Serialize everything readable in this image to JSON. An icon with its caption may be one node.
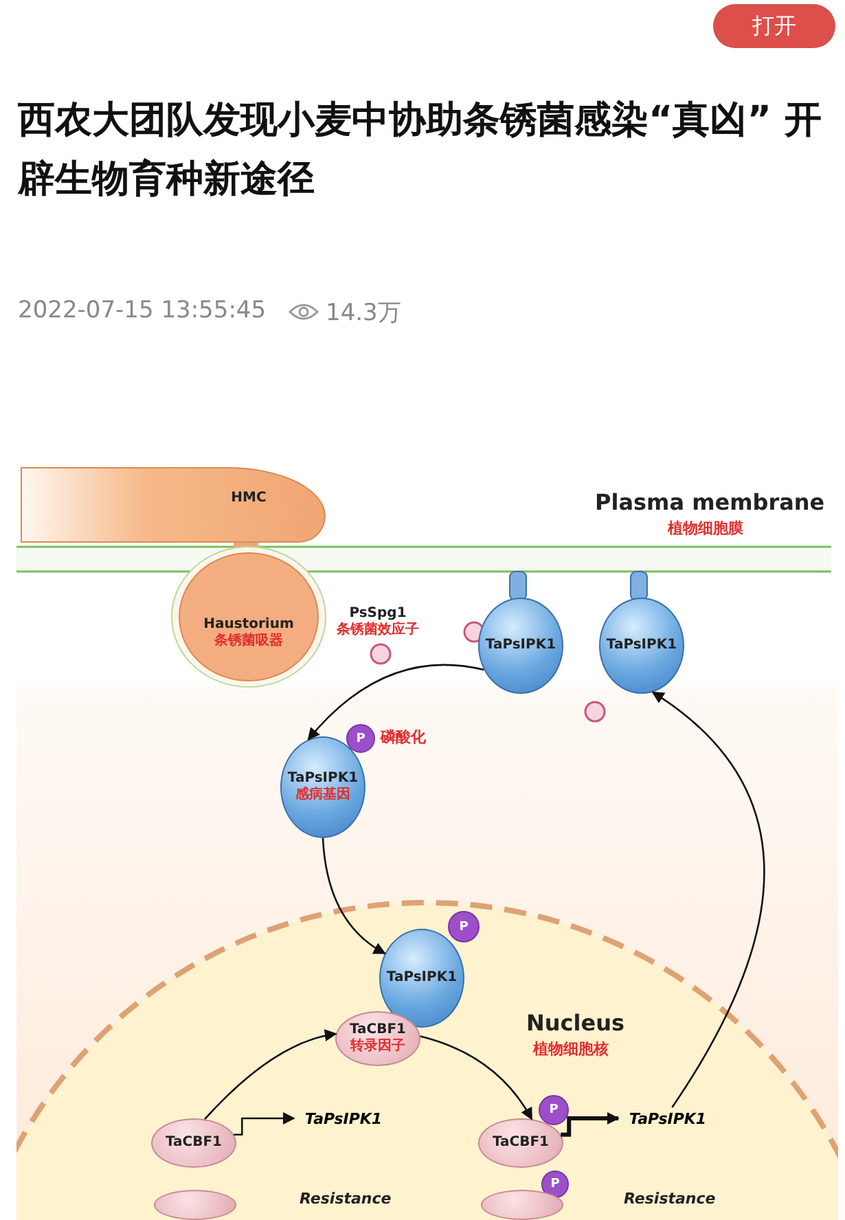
{
  "diagram": {
    "title": "西农大团队发现小麦中协助条锈菌感染“真凶” 开辟生物育种新途径",
    "nodes": [
      {
        "text": [
          "HMC"
        ]
      },
      {
        "text": [
          "Haustorium",
          "条锈菌吸器"
        ]
      },
      {
        "text": [
          "PsSpg1",
          "条锈菌效应子"
        ]
      },
      {
        "text": [
          "TaPsIPK1"
        ]
      },
      {
        "text": [
          "TaPsIPK1"
        ]
      },
      {
        "text": [
          "P"
        ],
        "beside": [
          "磷酸化"
        ]
      },
      {
        "text": [
          "TaPsIPK1",
          "感病基因"
        ]
      },
      {
        "text": [
          "Nucleus",
          "植物细胞核"
        ]
      },
      {
        "text": [
          "P"
        ],
        "in": 7
      },
      {
        "text": [
          "TaPsIPK1"
        ],
        "in": 7
      },
      {
        "text": [
          "TaCBF1",
          "转录因子"
        ],
        "in": 7
      },
      {
        "text": [
          "TaCBF1"
        ],
        "in": 7
      },
      {
        "text": [
          "TaPsIPK1"
        ],
        "in": 7
      },
      {
        "text": [
          "P"
        ],
        "in": 7
      },
      {
        "text": [
          "TaCBF1"
        ],
        "in": 7
      },
      {
        "text": [
          "TaPsIPK1"
        ],
        "in": 7
      },
      {
        "text": [
          "P"
        ],
        "in": 7
      },
      {
        "text": [],
        "shape": "ellipse",
        "in": 7
      },
      {
        "text": [],
        "shape": "ellipse",
        "in": 7
      }
    ],
    "edges": [
      {
        "from": 3,
        "to": 6,
        "arrow": "to"
      },
      {
        "from": 6,
        "to": 9,
        "arrow": "to"
      },
      {
        "from": 11,
        "to": 10,
        "arrow": "to"
      },
      {
        "from": 10,
        "to": 14,
        "arrow": "to"
      },
      {
        "from": 15,
        "to": 4,
        "arrow": "to"
      },
      {
        "from": 11,
        "to": 12,
        "arrow": "to"
      },
      {
        "from": 14,
        "to": 15,
        "arrow": "to",
        "style": "thick"
      }
    ],
    "labels": [
      "打开",
      "2022-07-15 13:55:45",
      "14.3万",
      "Plasma membrane",
      "植物细胞膜",
      "Resistance",
      "Resistance"
    ]
  }
}
